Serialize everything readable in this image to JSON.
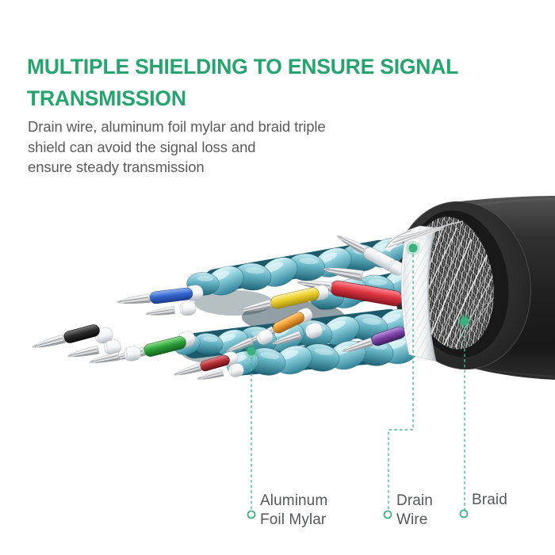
{
  "page": {
    "background_color": "#ffffff",
    "accent_green": "#24A56E",
    "callout_green": "#46BC8F",
    "body_text_color": "#5B5B5B"
  },
  "heading": {
    "line1": "MULTIPLE SHIELDING TO ENSURE SIGNAL",
    "line2": "TRANSMISSION"
  },
  "description": {
    "lines": [
      "Drain wire, aluminum foil mylar and braid triple",
      "shield can avoid the signal loss and",
      "ensure steady transmission"
    ]
  },
  "diagram": {
    "type": "cable-cutaway-illustration",
    "subject": "Multi-shielded cable cross section",
    "callouts": [
      {
        "id": "aluminum-foil-mylar",
        "label_line1": "Aluminum",
        "label_line2": "Foil Mylar"
      },
      {
        "id": "drain-wire",
        "label_line1": "Drain",
        "label_line2": "Wire"
      },
      {
        "id": "braid",
        "label_line1": "Braid",
        "label_line2": ""
      }
    ],
    "colors": {
      "jacket_black": "#262626",
      "braid_silver": "#D6D6D6",
      "foil_white": "#F2F4F6",
      "shield_mylar_teal": "#8FD0DC",
      "wire_blue": "#3565CF",
      "wire_black": "#2B2B2B",
      "wire_green": "#2CA43A",
      "wire_dark_red": "#B53038",
      "wire_red": "#E03543",
      "wire_yellow": "#ECCF2B",
      "wire_orange": "#EF9C31",
      "wire_purple": "#7E46AA",
      "wire_white": "#EEF0F2"
    }
  }
}
